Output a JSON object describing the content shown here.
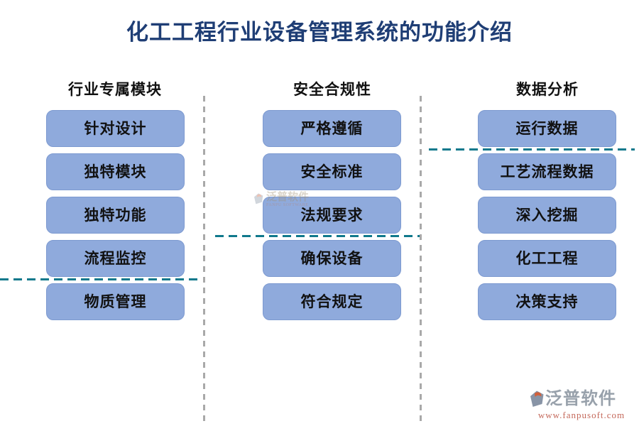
{
  "page": {
    "title": "化工工程行业设备管理系统的功能介绍"
  },
  "columns": [
    {
      "header": "行业专属模块",
      "items": [
        "针对设计",
        "独特模块",
        "独特功能",
        "流程监控",
        "物质管理"
      ]
    },
    {
      "header": "安全合规性",
      "items": [
        "严格遵循",
        "安全标准",
        "法规要求",
        "确保设备",
        "符合规定"
      ]
    },
    {
      "header": "数据分析",
      "items": [
        "运行数据",
        "工艺流程数据",
        "深入挖掘",
        "化工工程",
        "决策支持"
      ]
    }
  ],
  "branding": {
    "logo_text": "泛普软件",
    "logo_subtext": "FANPU SOFTWARE",
    "website": "www.fanpusoft.com"
  },
  "colors": {
    "title_navy": "#1F3E75",
    "pill_fill": "#8FAADC",
    "pill_border": "#7D9AD0",
    "dash_teal": "#10798C",
    "dash_gray": "#A9A9A9",
    "logo_gray": "#98A1AB",
    "url_red": "#C4685A",
    "logo_orange": "#D2603A"
  }
}
